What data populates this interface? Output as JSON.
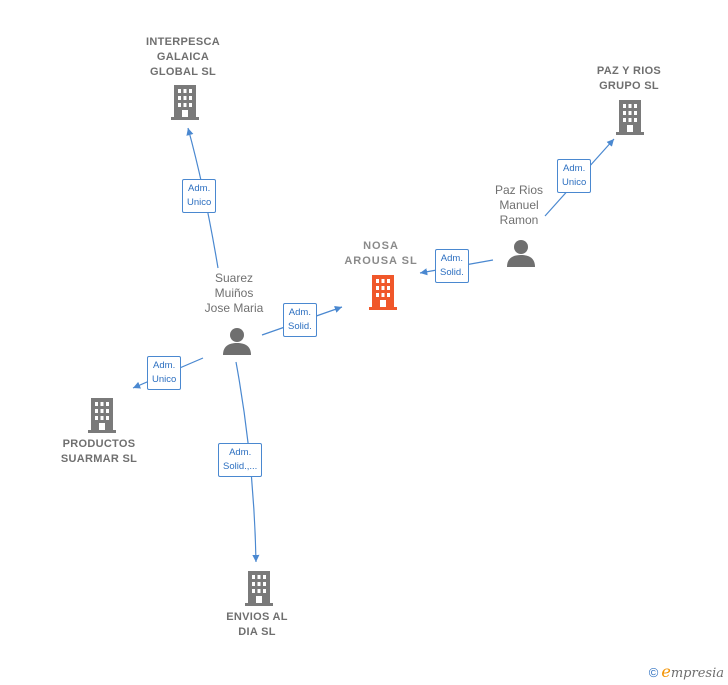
{
  "nodes": {
    "interpesca": {
      "label_lines": [
        "INTERPESCA",
        "GALAICA",
        "GLOBAL SL"
      ],
      "kind": "company"
    },
    "paz_rios_grupo": {
      "label_lines": [
        "PAZ Y RIOS",
        "GRUPO  SL"
      ],
      "kind": "company"
    },
    "nosa_arousa": {
      "label_lines": [
        "NOSA",
        "AROUSA  SL"
      ],
      "kind": "company-main"
    },
    "paz_rios_manuel": {
      "label_lines": [
        "Paz Rios",
        "Manuel",
        "Ramon"
      ],
      "kind": "person"
    },
    "suarez": {
      "label_lines": [
        "Suarez",
        "Muiños",
        "Jose Maria"
      ],
      "kind": "person"
    },
    "productos": {
      "label_lines": [
        "PRODUCTOS",
        "SUARMAR SL"
      ],
      "kind": "company"
    },
    "envios": {
      "label_lines": [
        "ENVIOS AL",
        "DIA SL"
      ],
      "kind": "company"
    }
  },
  "edges": [
    {
      "from": "suarez",
      "to": "interpesca",
      "label_lines": [
        "Adm.",
        "Unico"
      ]
    },
    {
      "from": "suarez",
      "to": "nosa_arousa",
      "label_lines": [
        "Adm.",
        "Solid."
      ]
    },
    {
      "from": "suarez",
      "to": "productos",
      "label_lines": [
        "Adm.",
        "Unico"
      ]
    },
    {
      "from": "suarez",
      "to": "envios",
      "label_lines": [
        "Adm.",
        "Solid.,..."
      ]
    },
    {
      "from": "paz_rios_manuel",
      "to": "nosa_arousa",
      "label_lines": [
        "Adm.",
        "Solid."
      ]
    },
    {
      "from": "paz_rios_manuel",
      "to": "paz_rios_grupo",
      "label_lines": [
        "Adm.",
        "Unico"
      ]
    }
  ],
  "colors": {
    "company_icon": "#7a7a7a",
    "main_icon": "#f0572a",
    "person_icon": "#6f6f6f",
    "edge": "#4a88d0",
    "badge_text": "#2c6fc0"
  },
  "footer": {
    "copyright": "©",
    "brand_first": "e",
    "brand_rest": "mpresia"
  }
}
